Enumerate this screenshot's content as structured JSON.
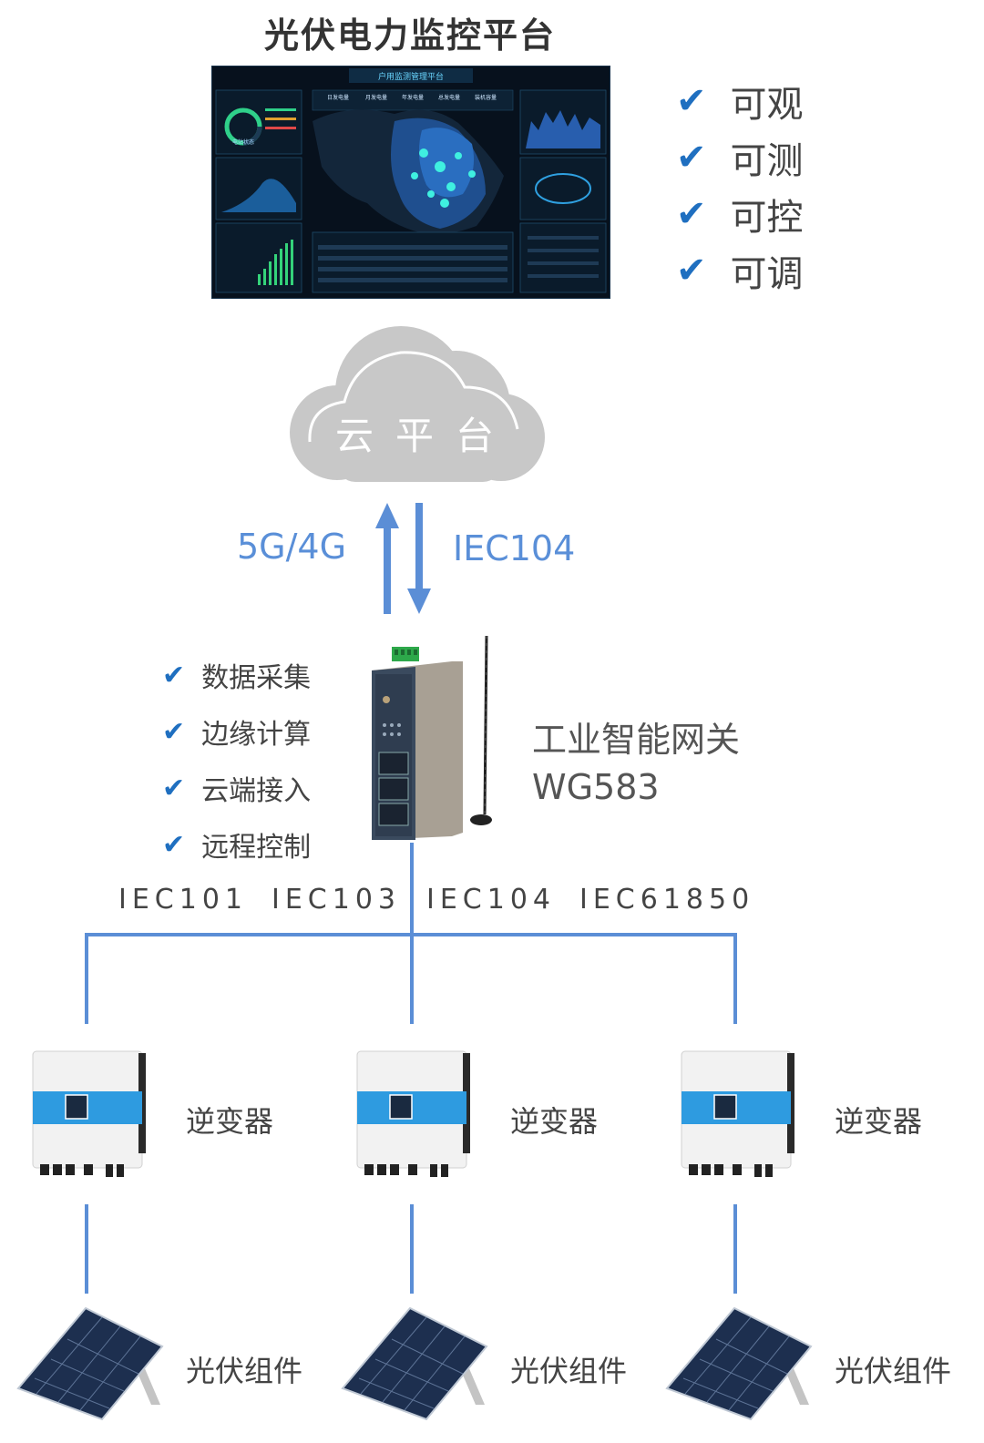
{
  "title": "光伏电力监控平台",
  "dashboard": {
    "header": "户用监测管理平台",
    "stats": [
      "日发电量",
      "月发电量",
      "年发电量",
      "总发电量",
      "装机容量"
    ],
    "gauge_label": "电站状态"
  },
  "top_features": [
    "可观",
    "可测",
    "可控",
    "可调"
  ],
  "cloud": {
    "label": "云平台"
  },
  "uplink": {
    "left": "5G/4G",
    "right": "IEC104"
  },
  "gateway": {
    "features": [
      "数据采集",
      "边缘计算",
      "云端接入",
      "远程控制"
    ],
    "name_line1": "工业智能网关",
    "name_line2": "WG583"
  },
  "protocols": [
    "IEC101",
    "IEC103",
    "IEC104",
    "IEC61850"
  ],
  "inverters": [
    {
      "label": "逆变器"
    },
    {
      "label": "逆变器"
    },
    {
      "label": "逆变器"
    }
  ],
  "panels": [
    {
      "label": "光伏组件"
    },
    {
      "label": "光伏组件"
    },
    {
      "label": "光伏组件"
    }
  ],
  "colors": {
    "accent": "#1f6fc0",
    "line": "#5b8ed6",
    "cloud": "#c8c8c8",
    "inverter_band": "#2e9be0"
  }
}
